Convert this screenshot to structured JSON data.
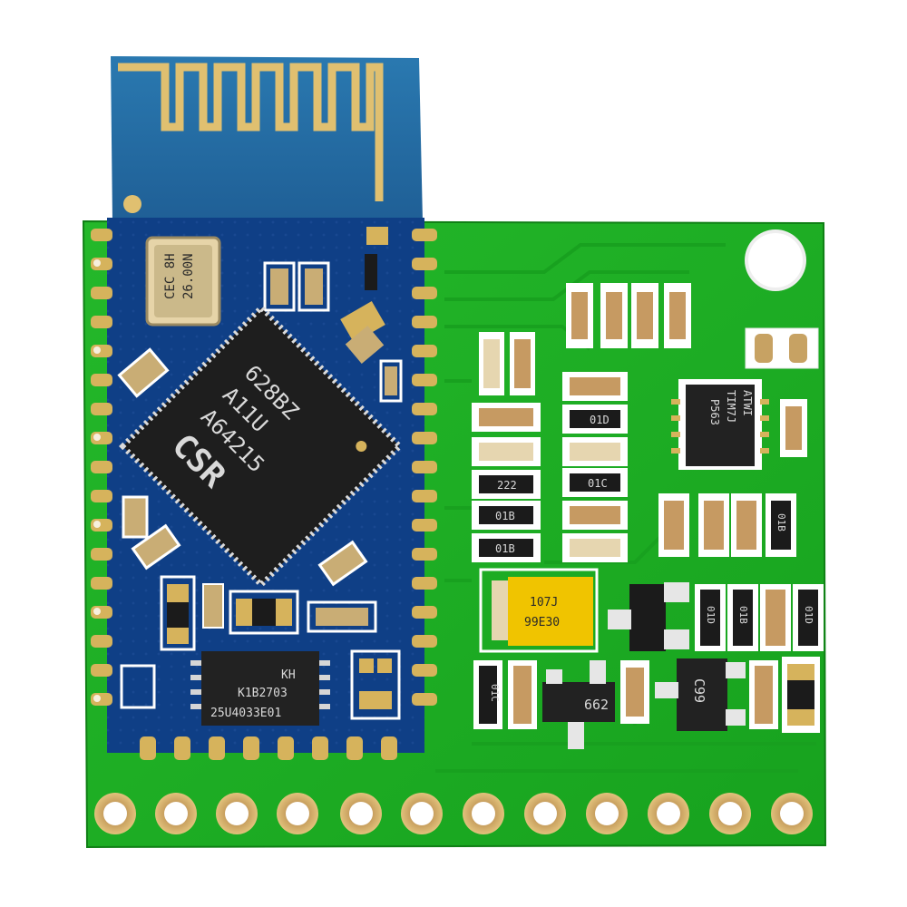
{
  "image": {
    "subject": "Bluetooth audio module on green carrier PCB"
  },
  "markings": {
    "csr_chip": {
      "line1": "628BZ",
      "line2": "A11U",
      "line3": "A64215",
      "brand": "CSR"
    },
    "crystal": {
      "line1": "CEC 8H",
      "line2": "26.00N"
    },
    "flash_chip": {
      "line1": "KH",
      "line2": "K1B2703",
      "line3": "25U4033E01"
    },
    "amp_ic": {
      "line1": "ATWI",
      "line2": "TIM7J",
      "line3": "P563"
    },
    "tant_cap": {
      "line1": "107J",
      "line2": "99E30"
    },
    "sot_left": "662",
    "sot_right": "C99",
    "resistor_222": "222",
    "res_01b": "01B",
    "res_01c": "01C",
    "res_01d": "01D"
  },
  "colors": {
    "green_pcb": "#1fb324",
    "blue_pcb": "#0f3f86",
    "antenna_blue": "#2870a8",
    "gold": "#d8b760",
    "chip_black": "#1b1b1b"
  }
}
